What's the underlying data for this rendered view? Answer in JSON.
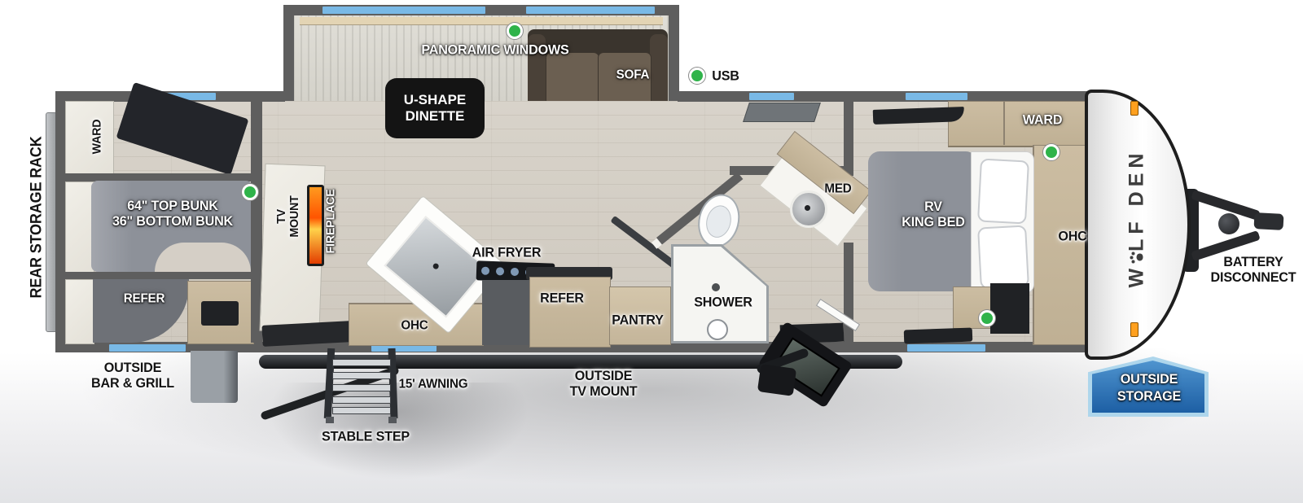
{
  "title": "Wolf Den travel trailer floorplan",
  "brand": {
    "logo_w": "W",
    "logo_rest": "LF DEN",
    "logo_full": "WOLF DEN"
  },
  "colors": {
    "wall_gray": "#5e5e5e",
    "floor_wood": "#d5cfc6",
    "window_blue": "#79b9e6",
    "usb_indicator_green": "#2fb34a",
    "cabinet_tan": "#c7b89d",
    "bed_gray": "#8d9199",
    "sofa_brown": "#55493e",
    "storage_badge_blue": "#2a6cb3",
    "fireplace_orange": "#ff6a00",
    "marker_light_orange": "#ffa01e"
  },
  "labels": {
    "rear_storage_rack": "REAR STORAGE RACK",
    "ward_rear": "WARD",
    "bunk_line1": "64\" TOP BUNK",
    "bunk_line2": "36\" BOTTOM BUNK",
    "refer_rear": "REFER",
    "outside_bar_grill_line1": "OUTSIDE",
    "outside_bar_grill_line2": "BAR & GRILL",
    "tv_mount_line1": "TV",
    "tv_mount_line2": "MOUNT",
    "fireplace": "FIREPLACE",
    "dinette_line1": "U-SHAPE",
    "dinette_line2": "DINETTE",
    "panoramic_windows": "PANORAMIC WINDOWS",
    "sofa": "SOFA",
    "usb": "USB",
    "air_fryer": "AIR FRYER",
    "ohc_kitchen": "OHC",
    "refer_kitchen": "REFER",
    "pantry": "PANTRY",
    "shower": "SHOWER",
    "med": "MED",
    "king_bed_line1": "RV",
    "king_bed_line2": "KING BED",
    "ward_front": "WARD",
    "ohc_bedroom": "OHC",
    "battery_line1": "BATTERY",
    "battery_line2": "DISCONNECT",
    "outside_storage_line1": "OUTSIDE",
    "outside_storage_line2": "STORAGE",
    "outside_tv_line1": "OUTSIDE",
    "outside_tv_line2": "TV MOUNT",
    "awning": "15' AWNING",
    "stable_step": "STABLE STEP"
  }
}
